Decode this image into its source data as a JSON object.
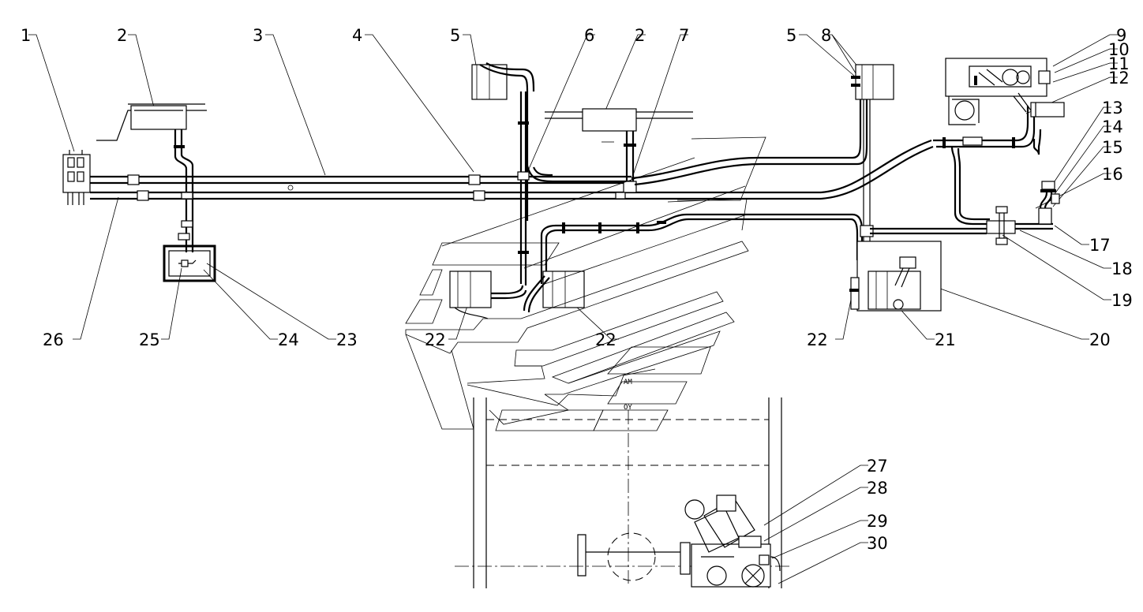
{
  "callouts": [
    {
      "id": "c1",
      "text": "1"
    },
    {
      "id": "c2a",
      "text": "2"
    },
    {
      "id": "c3",
      "text": "3"
    },
    {
      "id": "c4",
      "text": "4"
    },
    {
      "id": "c5a",
      "text": "5"
    },
    {
      "id": "c6",
      "text": "6"
    },
    {
      "id": "c2b",
      "text": "2"
    },
    {
      "id": "c7",
      "text": "7"
    },
    {
      "id": "c5b",
      "text": "5"
    },
    {
      "id": "c8",
      "text": "8"
    },
    {
      "id": "c9",
      "text": "9"
    },
    {
      "id": "c10",
      "text": "10"
    },
    {
      "id": "c11",
      "text": "11"
    },
    {
      "id": "c12",
      "text": "12"
    },
    {
      "id": "c13",
      "text": "13"
    },
    {
      "id": "c14",
      "text": "14"
    },
    {
      "id": "c15",
      "text": "15"
    },
    {
      "id": "c16",
      "text": "16"
    },
    {
      "id": "c17",
      "text": "17"
    },
    {
      "id": "c18",
      "text": "18"
    },
    {
      "id": "c19",
      "text": "19"
    },
    {
      "id": "c20",
      "text": "20"
    },
    {
      "id": "c21",
      "text": "21"
    },
    {
      "id": "c22a",
      "text": "22"
    },
    {
      "id": "c22b",
      "text": "22"
    },
    {
      "id": "c22c",
      "text": "22"
    },
    {
      "id": "c23",
      "text": "23"
    },
    {
      "id": "c24",
      "text": "24"
    },
    {
      "id": "c25",
      "text": "25"
    },
    {
      "id": "c26",
      "text": "26"
    },
    {
      "id": "c27",
      "text": "27"
    },
    {
      "id": "c28",
      "text": "28"
    },
    {
      "id": "c29",
      "text": "29"
    },
    {
      "id": "c30",
      "text": "30"
    }
  ],
  "marks": {
    "am": "AM",
    "oy": "OY"
  }
}
